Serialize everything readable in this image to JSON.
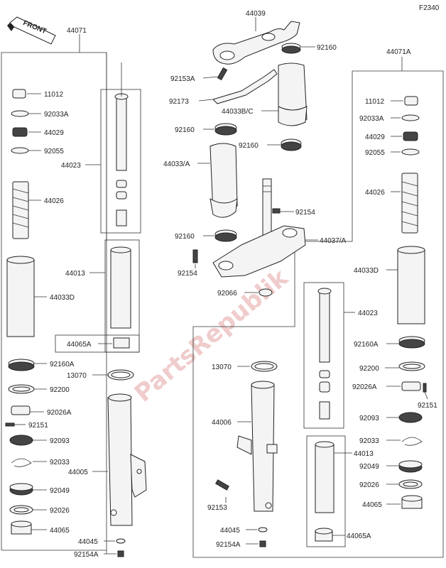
{
  "diagram_code": "F2340",
  "front_label": "FRONT",
  "watermark": "PartsRepublik",
  "assemblies": {
    "left": "44071",
    "right": "44071A"
  },
  "parts": {
    "p44039": "44039",
    "p92160_a": "92160",
    "p92153A_top": "92153A",
    "p92173": "92173",
    "p44033BC": "44033B/C",
    "p92160_b": "92160",
    "p92160_c": "92160",
    "p44033A": "44033/A",
    "p92154_c": "92154",
    "p92160_d": "92160",
    "p44037A": "44037/A",
    "p92154_b": "92154",
    "p92066": "92066",
    "L11012": "11012",
    "L92033A": "92033A",
    "L44029": "44029",
    "L92055": "92055",
    "L44023": "44023",
    "L44026": "44026",
    "L44013": "44013",
    "L44033D": "44033D",
    "L44065A": "44065A",
    "L92160A": "92160A",
    "L13070": "13070",
    "L92200": "92200",
    "L92026A": "92026A",
    "L92151": "92151",
    "L92093": "92093",
    "L92033": "92033",
    "L44005": "44005",
    "L92049": "92049",
    "L92026": "92026",
    "L44065": "44065",
    "L44045": "44045",
    "L92154A": "92154A",
    "R11012": "11012",
    "R92033A": "92033A",
    "R44029": "44029",
    "R92055": "92055",
    "R44026": "44026",
    "R44033D": "44033D",
    "R44023": "44023",
    "R92160A": "92160A",
    "R92200": "92200",
    "R92026A": "92026A",
    "R92151": "92151",
    "R92093": "92093",
    "R92033": "92033",
    "R92049": "92049",
    "R92026": "92026",
    "R44065": "44065",
    "R13070": "13070",
    "R44006": "44006",
    "R44013": "44013",
    "R92153": "92153",
    "R44045": "44045",
    "R92154A": "92154A",
    "R44065A": "44065A"
  }
}
